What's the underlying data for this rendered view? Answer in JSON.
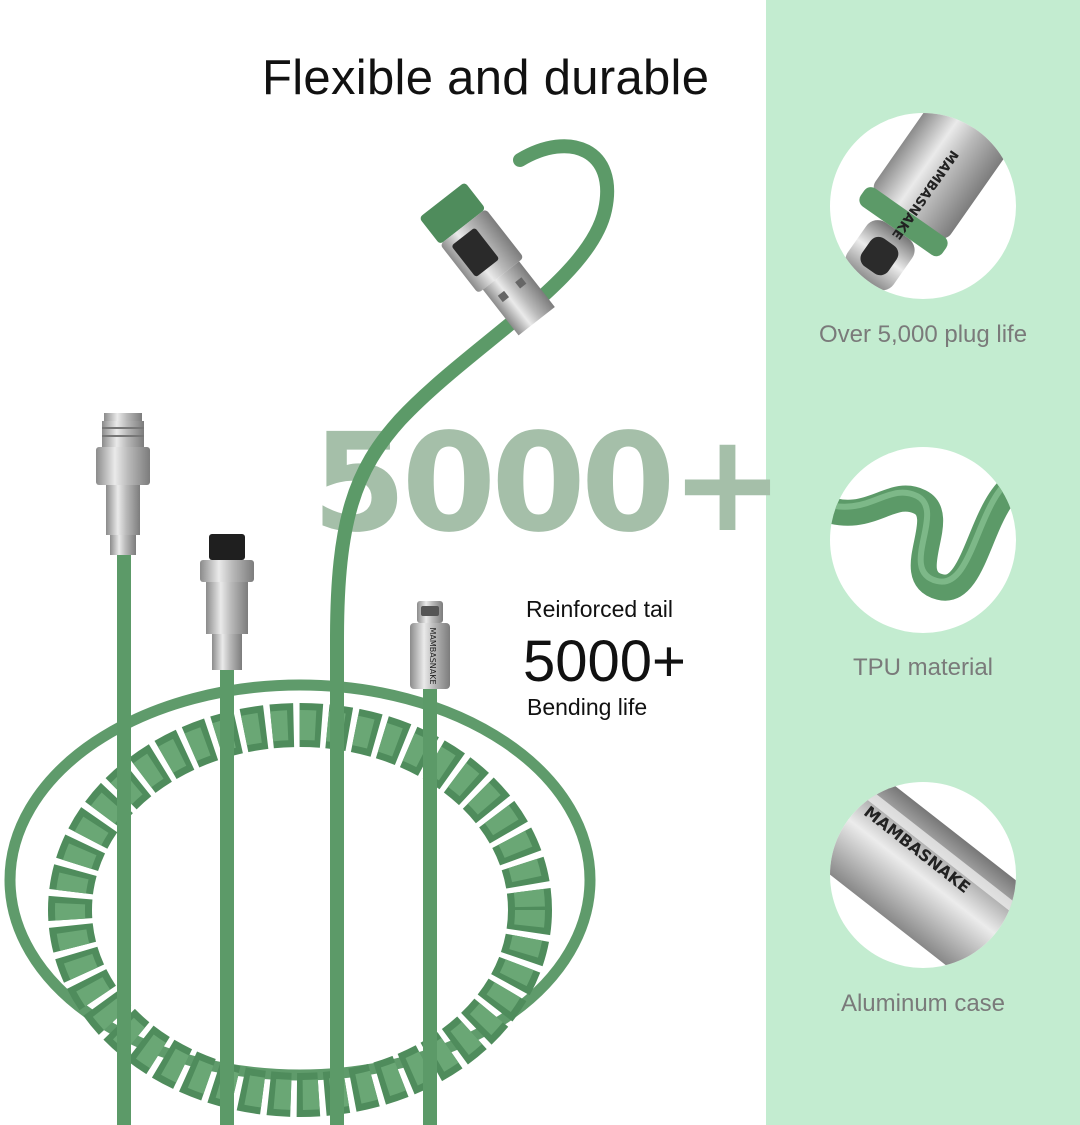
{
  "title": "Flexible and durable",
  "highlight_number": "5000+",
  "reinforced": {
    "title": "Reinforced tail",
    "number": "5000+",
    "subtitle": "Bending life"
  },
  "brand": "MAMBASNAKE",
  "features": [
    {
      "icon": "type-c-connector-icon",
      "caption": "Over 5,000 plug life"
    },
    {
      "icon": "tpu-cable-icon",
      "caption": "TPU material"
    },
    {
      "icon": "aluminum-case-icon",
      "caption": "Aluminum case"
    }
  ],
  "colors": {
    "cable": "#5a9a67",
    "side_panel": "#c3ecd0",
    "highlight": "#a5bfa9",
    "caption": "#7a7a7a"
  }
}
